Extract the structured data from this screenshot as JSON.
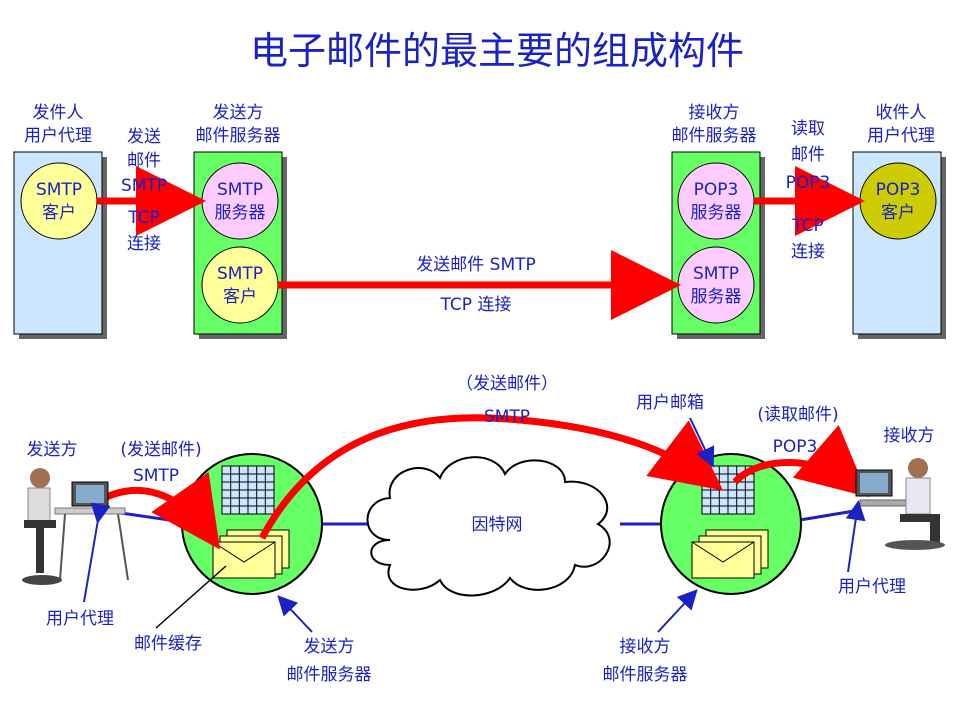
{
  "title": "电子邮件的最主要的组成构件",
  "top": {
    "sender_agent": {
      "line1": "发件人",
      "line2": "用户代理"
    },
    "sender_server": {
      "line1": "发送方",
      "line2": "邮件服务器"
    },
    "receiver_server": {
      "line1": "接收方",
      "line2": "邮件服务器"
    },
    "receiver_agent": {
      "line1": "收件人",
      "line2": "用户代理"
    },
    "smtp_client": {
      "line1": "SMTP",
      "line2": "客户"
    },
    "smtp_server": {
      "line1": "SMTP",
      "line2": "服务器"
    },
    "smtp_client2": {
      "line1": "SMTP",
      "line2": "客户"
    },
    "pop3_server": {
      "line1": "POP3",
      "line2": "服务器"
    },
    "smtp_server2": {
      "line1": "SMTP",
      "line2": "服务器"
    },
    "pop3_client": {
      "line1": "POP3",
      "line2": "客户"
    },
    "send_label": {
      "line1": "发送",
      "line2": "邮件",
      "line3": "SMTP",
      "line4": "TCP",
      "line5": "连接"
    },
    "read_label": {
      "line1": "读取",
      "line2": "邮件",
      "line3": "POP3",
      "line4": "TCP",
      "line5": "连接"
    },
    "middle_label1": "发送邮件 SMTP",
    "middle_label2": "TCP 连接"
  },
  "bottom": {
    "sender": "发送方",
    "send_mail_paren": "(发送邮件)",
    "send_smtp": "SMTP",
    "top_send_paren": "（发送邮件）",
    "top_smtp": "SMTP",
    "mailbox": "用户邮箱",
    "read_paren": "(读取邮件)",
    "pop3": "POP3",
    "receiver": "接收方",
    "internet": "因特网",
    "user_agent_left": "用户代理",
    "mail_cache": "邮件缓存",
    "sender_server_l1": "发送方",
    "sender_server_l2": "邮件服务器",
    "receiver_server_l1": "接收方",
    "receiver_server_l2": "邮件服务器",
    "user_agent_right": "用户代理"
  },
  "colors": {
    "text": "#1a22c4",
    "arrow": "#ff0000",
    "green": "#66ff66",
    "blue_box": "#cce6ff",
    "pink": "#ffccff",
    "yellow": "#ffff99",
    "olive": "#cccc00"
  }
}
